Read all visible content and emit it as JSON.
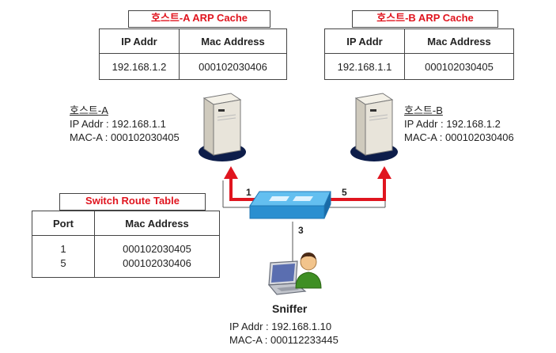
{
  "host_a_cache": {
    "title": "호스트-A ARP Cache",
    "headers": [
      "IP Addr",
      "Mac Address"
    ],
    "row": [
      "192.168.1.2",
      "000102030406"
    ]
  },
  "host_b_cache": {
    "title": "호스트-B ARP Cache",
    "headers": [
      "IP Addr",
      "Mac Address"
    ],
    "row": [
      "192.168.1.1",
      "000102030405"
    ]
  },
  "host_a": {
    "name": "호스트-A",
    "ip": "IP Addr : 192.168.1.1",
    "mac": "MAC-A : 000102030405"
  },
  "host_b": {
    "name": "호스트-B",
    "ip": "IP Addr : 192.168.1.2",
    "mac": "MAC-A : 000102030406"
  },
  "switch_table": {
    "title": "Switch Route Table",
    "headers": [
      "Port",
      "Mac Address"
    ],
    "rows": [
      [
        "1",
        "000102030405"
      ],
      [
        "5",
        "000102030406"
      ]
    ]
  },
  "ports": {
    "port_a": "1",
    "port_b": "5",
    "port_sniffer": "3"
  },
  "sniffer": {
    "name": "Sniffer",
    "ip": "IP Addr : 192.168.1.10",
    "mac": "MAC-A : 000112233445"
  },
  "colors": {
    "accent_red": "#e0151f",
    "switch_blue": "#3aa0d8",
    "server_navy": "#0d1d4a"
  },
  "icons": [
    "server-icon",
    "network-switch-icon",
    "laptop-icon",
    "user-avatar-icon"
  ]
}
